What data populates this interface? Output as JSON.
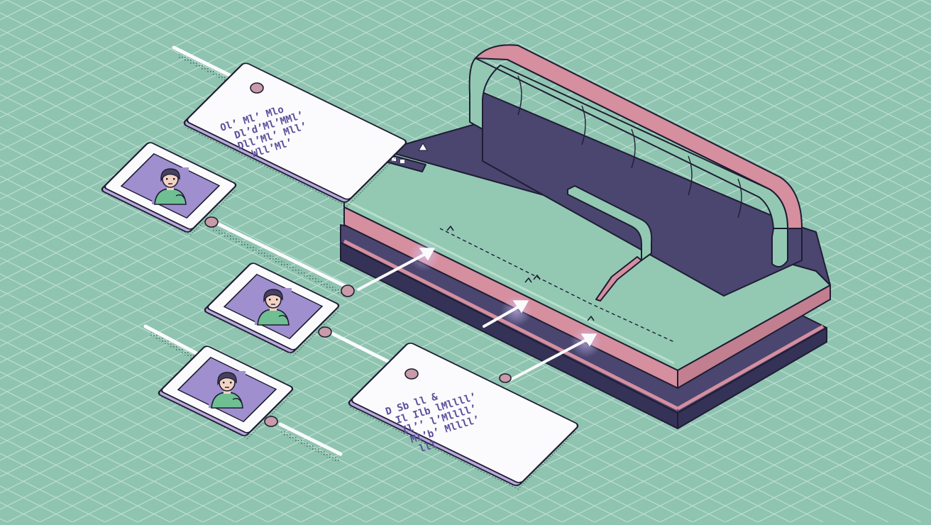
{
  "colors": {
    "background": "#8fc4b1",
    "grid_line": "#c7e4d8",
    "mint": "#93c9b3",
    "mint_light": "#b7dfcd",
    "navy": "#4a4670",
    "navy_dark": "#353257",
    "pink": "#d58f9f",
    "pink_light": "#e6a5b3",
    "lavender": "#9f8fcf",
    "card_white": "#fbfbfd",
    "card_edge": "#b9a9dd",
    "outline": "#1f1d33",
    "text_purple": "#5d4f9a",
    "pin": "#c99aa7",
    "skin": "#f2d3c2",
    "hair": "#47405f",
    "shirt": "#6fbf93"
  },
  "icons": {
    "avatar": "person-portrait-icon",
    "arrow": "arrow-up-right-icon",
    "connector": "pin-connector-icon",
    "machine": "sewing-machine-illustration"
  },
  "notes": [
    {
      "lines": [
        "Olʼ Mlʼ Mlo",
        "DlʼdʼMlʼMMlʼ",
        "DllʼMlʼ Mllʼ",
        "WllʼMlʼ"
      ]
    },
    {
      "lines": [
        "D Sb ll &",
        "Il Ilb lMllllʼ",
        "Ilʼʼ lʼMllllʼ",
        "Mlʼbʼ Mllllʼ",
        "lll"
      ]
    }
  ]
}
